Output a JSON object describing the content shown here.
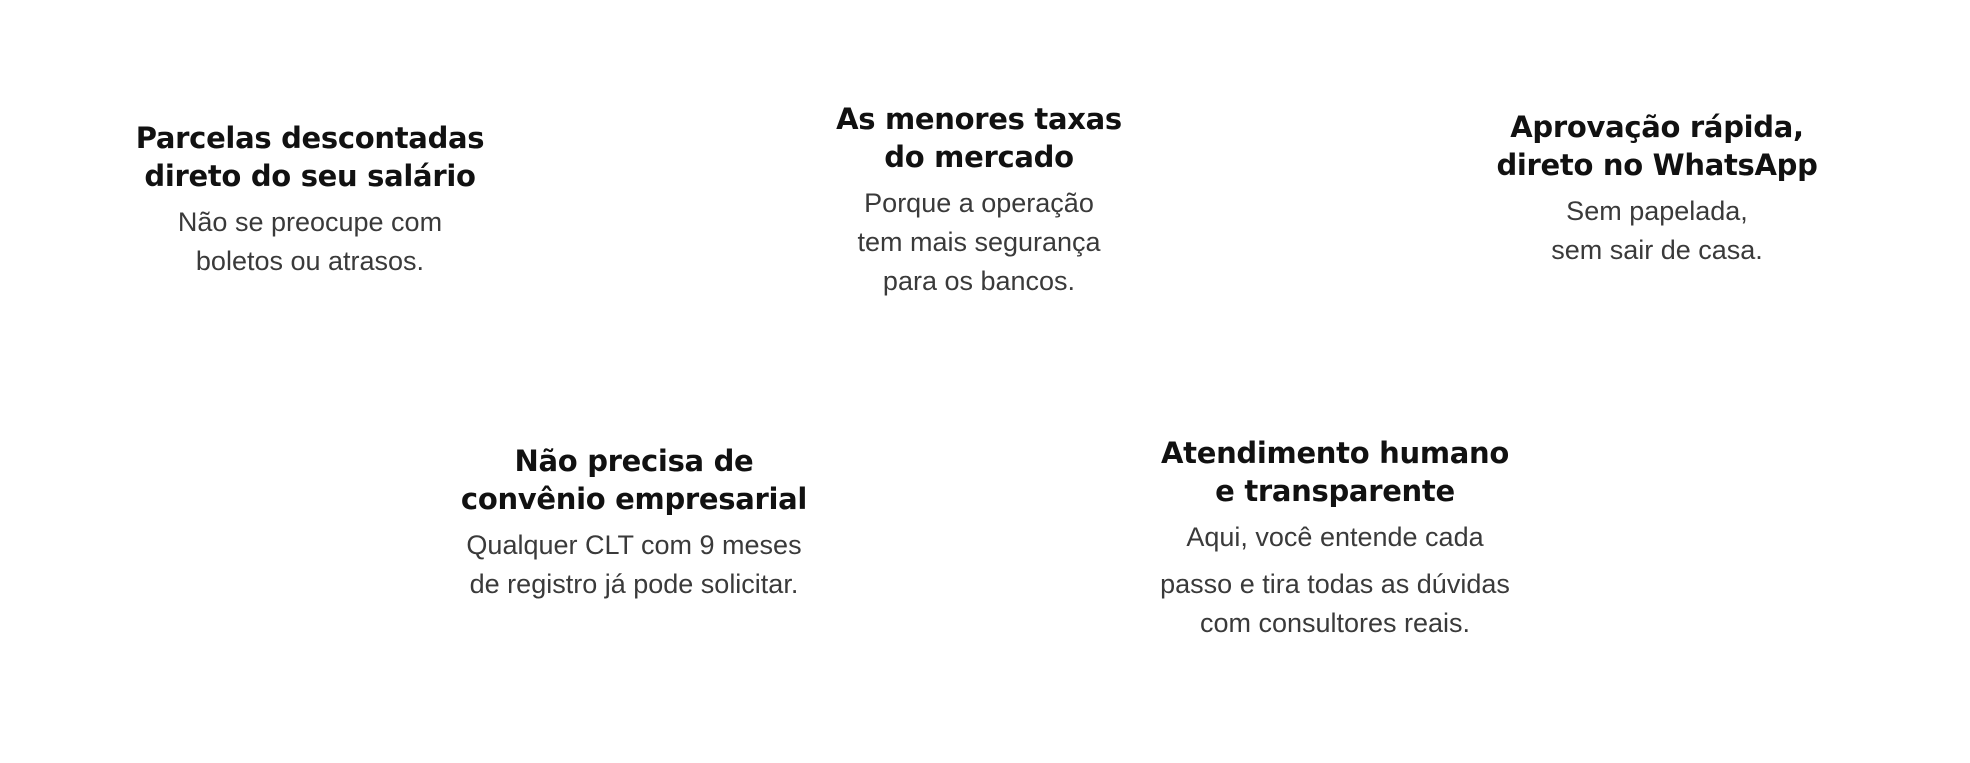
{
  "features": [
    {
      "title": [
        "Parcelas descontadas",
        "direto do seu salário"
      ],
      "description": [
        "Não se preocupe com",
        "boletos ou atrasos."
      ]
    },
    {
      "title": [
        "As menores taxas",
        "do mercado"
      ],
      "description": [
        "Porque a operação",
        "tem mais segurança",
        "para os bancos."
      ]
    },
    {
      "title": [
        "Aprovação rápida,",
        "direto no WhatsApp"
      ],
      "description": [
        "Sem papelada,",
        "sem sair de casa."
      ]
    },
    {
      "title": [
        "Não precisa de",
        "convênio empresarial"
      ],
      "description": [
        "Qualquer CLT com 9 meses",
        "de registro já pode solicitar."
      ]
    },
    {
      "title": [
        "Atendimento humano",
        "e transparente"
      ],
      "description": [
        "Aqui, você entende cada",
        "passo e tira todas as dúvidas",
        "com consultores reais."
      ]
    }
  ]
}
